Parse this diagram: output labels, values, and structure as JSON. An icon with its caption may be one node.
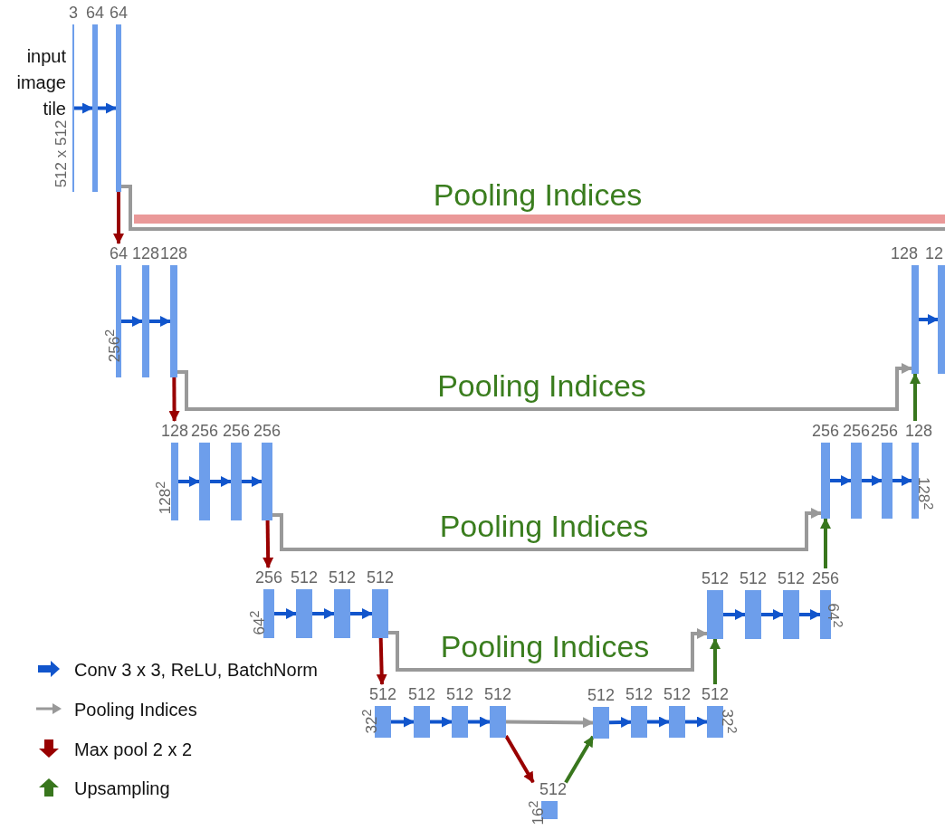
{
  "diagram": {
    "nodes": [
      {
        "text": [
          "3"
        ],
        "beside": [
          "input image tile",
          "512 x 512"
        ]
      },
      {
        "text": [
          "64"
        ]
      },
      {
        "text": [
          "64"
        ]
      },
      {
        "text": [
          "64"
        ],
        "beside": [
          "256$^{2}$"
        ]
      },
      {
        "text": [
          "128"
        ]
      },
      {
        "text": [
          "128"
        ]
      },
      {
        "text": [
          "128"
        ]
      },
      {
        "text": [
          "12"
        ]
      },
      {
        "text": [
          "128"
        ],
        "beside": [
          "128$^{2}$"
        ]
      },
      {
        "text": [
          "256"
        ]
      },
      {
        "text": [
          "256"
        ]
      },
      {
        "text": [
          "256"
        ]
      },
      {
        "text": [
          "256"
        ]
      },
      {
        "text": [
          "256"
        ]
      },
      {
        "text": [
          "256"
        ]
      },
      {
        "text": [
          "128"
        ],
        "beside": [
          "128$^{2}$"
        ]
      },
      {
        "text": [
          "256"
        ],
        "beside": [
          "64$^{2}$"
        ]
      },
      {
        "text": [
          "512"
        ]
      },
      {
        "text": [
          "512"
        ]
      },
      {
        "text": [
          "512"
        ]
      },
      {
        "text": [
          "512"
        ]
      },
      {
        "text": [
          "512"
        ]
      },
      {
        "text": [
          "512"
        ]
      },
      {
        "text": [
          "256"
        ],
        "beside": [
          "64$^{2}$"
        ]
      },
      {
        "text": [
          "512"
        ],
        "beside": [
          "32$^{2}$"
        ]
      },
      {
        "text": [
          "512"
        ]
      },
      {
        "text": [
          "512"
        ]
      },
      {
        "text": [
          "512"
        ]
      },
      {
        "text": [
          "512"
        ]
      },
      {
        "text": [
          "512"
        ]
      },
      {
        "text": [
          "512"
        ]
      },
      {
        "text": [
          "512"
        ],
        "beside": [
          "32$^{2}$"
        ]
      },
      {
        "text": [
          "512"
        ],
        "beside": [
          "16$^{2}$"
        ]
      }
    ],
    "edges": [
      {
        "from": 0,
        "to": 1,
        "arrow": "to"
      },
      {
        "from": 1,
        "to": 2,
        "arrow": "to"
      },
      {
        "from": 2,
        "to": 3,
        "arrow": "to",
        "color": "#990000"
      },
      {
        "from": 2,
        "to": null,
        "arrow": "none",
        "label": "Pooling Indices",
        "color": "#999999"
      },
      {
        "from": 3,
        "to": 4,
        "arrow": "to"
      },
      {
        "from": 4,
        "to": 5,
        "arrow": "to"
      },
      {
        "from": 6,
        "to": 7,
        "arrow": "to"
      },
      {
        "from": 5,
        "to": 8,
        "arrow": "to",
        "color": "#990000"
      },
      {
        "from": 5,
        "to": 6,
        "arrow": "to",
        "label": "Pooling Indices",
        "color": "#999999"
      },
      {
        "from": 15,
        "to": 6,
        "arrow": "to",
        "color": "#38761d"
      },
      {
        "from": 8,
        "to": 9,
        "arrow": "to"
      },
      {
        "from": 9,
        "to": 10,
        "arrow": "to"
      },
      {
        "from": 10,
        "to": 11,
        "arrow": "to"
      },
      {
        "from": 12,
        "to": 13,
        "arrow": "to"
      },
      {
        "from": 13,
        "to": 14,
        "arrow": "to"
      },
      {
        "from": 14,
        "to": 15,
        "arrow": "to"
      },
      {
        "from": 11,
        "to": 16,
        "arrow": "to",
        "color": "#990000"
      },
      {
        "from": 11,
        "to": 12,
        "arrow": "to",
        "label": "Pooling Indices",
        "color": "#999999"
      },
      {
        "from": 23,
        "to": 12,
        "arrow": "to",
        "color": "#38761d"
      },
      {
        "from": 16,
        "to": 17,
        "arrow": "to"
      },
      {
        "from": 17,
        "to": 18,
        "arrow": "to"
      },
      {
        "from": 18,
        "to": 19,
        "arrow": "to"
      },
      {
        "from": 20,
        "to": 21,
        "arrow": "to"
      },
      {
        "from": 21,
        "to": 22,
        "arrow": "to"
      },
      {
        "from": 22,
        "to": 23,
        "arrow": "to"
      },
      {
        "from": 19,
        "to": 24,
        "arrow": "to",
        "color": "#990000"
      },
      {
        "from": 19,
        "to": 20,
        "arrow": "to",
        "label": "Pooling Indices",
        "color": "#999999"
      },
      {
        "from": 31,
        "to": 20,
        "arrow": "to",
        "color": "#38761d"
      },
      {
        "from": 24,
        "to": 25,
        "arrow": "to"
      },
      {
        "from": 25,
        "to": 26,
        "arrow": "to"
      },
      {
        "from": 26,
        "to": 27,
        "arrow": "to"
      },
      {
        "from": 28,
        "to": 29,
        "arrow": "to"
      },
      {
        "from": 29,
        "to": 30,
        "arrow": "to"
      },
      {
        "from": 30,
        "to": 31,
        "arrow": "to"
      },
      {
        "from": 27,
        "to": 32,
        "arrow": "to",
        "color": "#990000"
      },
      {
        "from": 27,
        "to": 28,
        "arrow": "to",
        "color": "#999999"
      },
      {
        "from": 32,
        "to": 28,
        "arrow": "to",
        "color": "#38761d"
      }
    ],
    "legend": [
      {
        "text": "Conv 3 x 3, ReLU, BatchNorm"
      },
      {
        "text": "Pooling Indices"
      },
      {
        "text": "Max pool 2 x 2"
      },
      {
        "text": "Upsampling"
      }
    ]
  }
}
